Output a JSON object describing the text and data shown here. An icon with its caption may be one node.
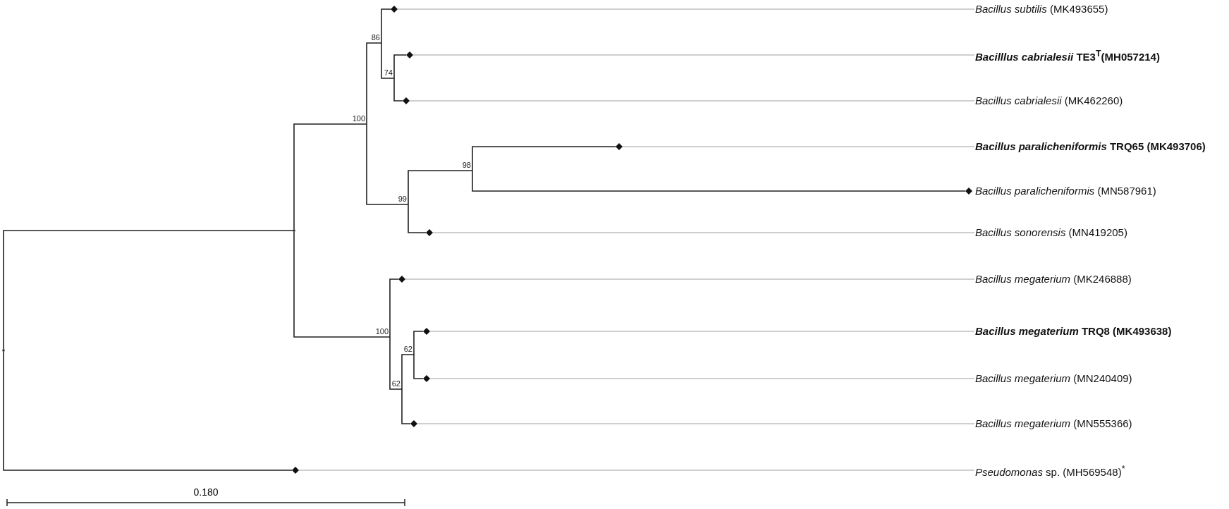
{
  "diagram": {
    "nodes": [
      {
        "text": [],
        "shape": "point"
      },
      {
        "text": [],
        "shape": "point"
      },
      {
        "text": [
          "100"
        ]
      },
      {
        "text": [
          "86"
        ]
      },
      {
        "text": [],
        "shape": "diamond"
      },
      {
        "text": [
          "*Bacillus subtilis* (MK493655)"
        ]
      },
      {
        "text": [
          "74"
        ]
      },
      {
        "text": [],
        "shape": "diamond"
      },
      {
        "text": [
          "***Bacilllus cabrialesii* TE3$^{T}$(MH057214)**"
        ]
      },
      {
        "text": [],
        "shape": "diamond"
      },
      {
        "text": [
          "*Bacillus cabrialesii* (MK462260)"
        ]
      },
      {
        "text": [
          "99"
        ]
      },
      {
        "text": [
          "98"
        ]
      },
      {
        "text": [],
        "shape": "diamond"
      },
      {
        "text": [
          "***Bacillus paralicheniformis* TRQ65 (MK493706)**"
        ]
      },
      {
        "text": [],
        "shape": "diamond"
      },
      {
        "text": [
          "*Bacillus paralicheniformis* (MN587961)"
        ]
      },
      {
        "text": [],
        "shape": "diamond"
      },
      {
        "text": [
          "*Bacillus sonorensis* (MN419205)"
        ]
      },
      {
        "text": [
          "100"
        ]
      },
      {
        "text": [],
        "shape": "diamond"
      },
      {
        "text": [
          "*Bacillus megaterium* (MK246888)"
        ]
      },
      {
        "text": [
          "62"
        ]
      },
      {
        "text": [
          "62"
        ]
      },
      {
        "text": [],
        "shape": "diamond"
      },
      {
        "text": [
          "***Bacillus megaterium* TRQ8 (MK493638)**"
        ]
      },
      {
        "text": [],
        "shape": "diamond"
      },
      {
        "text": [
          "*Bacillus megaterium* (MN240409)"
        ]
      },
      {
        "text": [],
        "shape": "diamond"
      },
      {
        "text": [
          "*Bacillus megaterium* (MN555366)"
        ]
      },
      {
        "text": [],
        "shape": "diamond"
      },
      {
        "text": [
          "*Pseudomonas* sp. (MH569548)$^{*}$"
        ]
      }
    ],
    "edges": [
      {
        "from": 0,
        "to": 1,
        "arrow": "none"
      },
      {
        "from": 0,
        "to": 30,
        "arrow": "none"
      },
      {
        "from": 1,
        "to": 2,
        "arrow": "none"
      },
      {
        "from": 1,
        "to": 19,
        "arrow": "none"
      },
      {
        "from": 2,
        "to": 3,
        "arrow": "none"
      },
      {
        "from": 2,
        "to": 11,
        "arrow": "none"
      },
      {
        "from": 3,
        "to": 4,
        "arrow": "none"
      },
      {
        "from": 3,
        "to": 6,
        "arrow": "none"
      },
      {
        "from": 6,
        "to": 7,
        "arrow": "none"
      },
      {
        "from": 6,
        "to": 9,
        "arrow": "none"
      },
      {
        "from": 11,
        "to": 12,
        "arrow": "none"
      },
      {
        "from": 11,
        "to": 17,
        "arrow": "none"
      },
      {
        "from": 12,
        "to": 13,
        "arrow": "none"
      },
      {
        "from": 12,
        "to": 15,
        "arrow": "none"
      },
      {
        "from": 19,
        "to": 20,
        "arrow": "none"
      },
      {
        "from": 19,
        "to": 23,
        "arrow": "none"
      },
      {
        "from": 23,
        "to": 22,
        "arrow": "none"
      },
      {
        "from": 22,
        "to": 24,
        "arrow": "none"
      },
      {
        "from": 22,
        "to": 26,
        "arrow": "none"
      },
      {
        "from": 23,
        "to": 28,
        "arrow": "none"
      },
      {
        "from": 4,
        "to": 5,
        "arrow": "none",
        "color": "#a0a0a0"
      },
      {
        "from": 7,
        "to": 8,
        "arrow": "none",
        "color": "#a0a0a0"
      },
      {
        "from": 9,
        "to": 10,
        "arrow": "none",
        "color": "#a0a0a0"
      },
      {
        "from": 13,
        "to": 14,
        "arrow": "none",
        "color": "#a0a0a0"
      },
      {
        "from": 17,
        "to": 18,
        "arrow": "none",
        "color": "#a0a0a0"
      },
      {
        "from": 20,
        "to": 21,
        "arrow": "none",
        "color": "#a0a0a0"
      },
      {
        "from": 24,
        "to": 25,
        "arrow": "none",
        "color": "#a0a0a0"
      },
      {
        "from": 26,
        "to": 27,
        "arrow": "none",
        "color": "#a0a0a0"
      },
      {
        "from": 28,
        "to": 29,
        "arrow": "none",
        "color": "#a0a0a0"
      },
      {
        "from": 30,
        "to": 31,
        "arrow": "none",
        "color": "#a0a0a0"
      }
    ],
    "labels": [
      "0.180"
    ]
  }
}
